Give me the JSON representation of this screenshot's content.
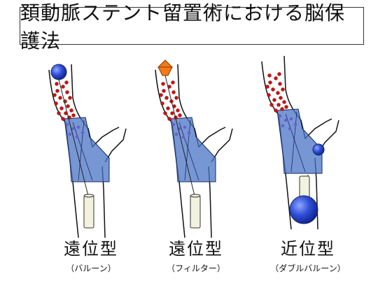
{
  "title": "頚動脈ステント留置術における脳保護法",
  "panels": [
    {
      "type": "遠位型",
      "subtitle": "（バルーン）",
      "device_icon": "distal-balloon-icon"
    },
    {
      "type": "遠位型",
      "subtitle": "（フィルター）",
      "device_icon": "filter-icon"
    },
    {
      "type": "近位型",
      "subtitle": "（ダブルバルーン）",
      "device_icon": "double-balloon-icon"
    }
  ],
  "colors": {
    "stent": "#4a74c6",
    "embolus": "#d01010",
    "balloon": "#2f4fd8",
    "filter": "#f07a1a",
    "catheter": "#f2f2de"
  }
}
